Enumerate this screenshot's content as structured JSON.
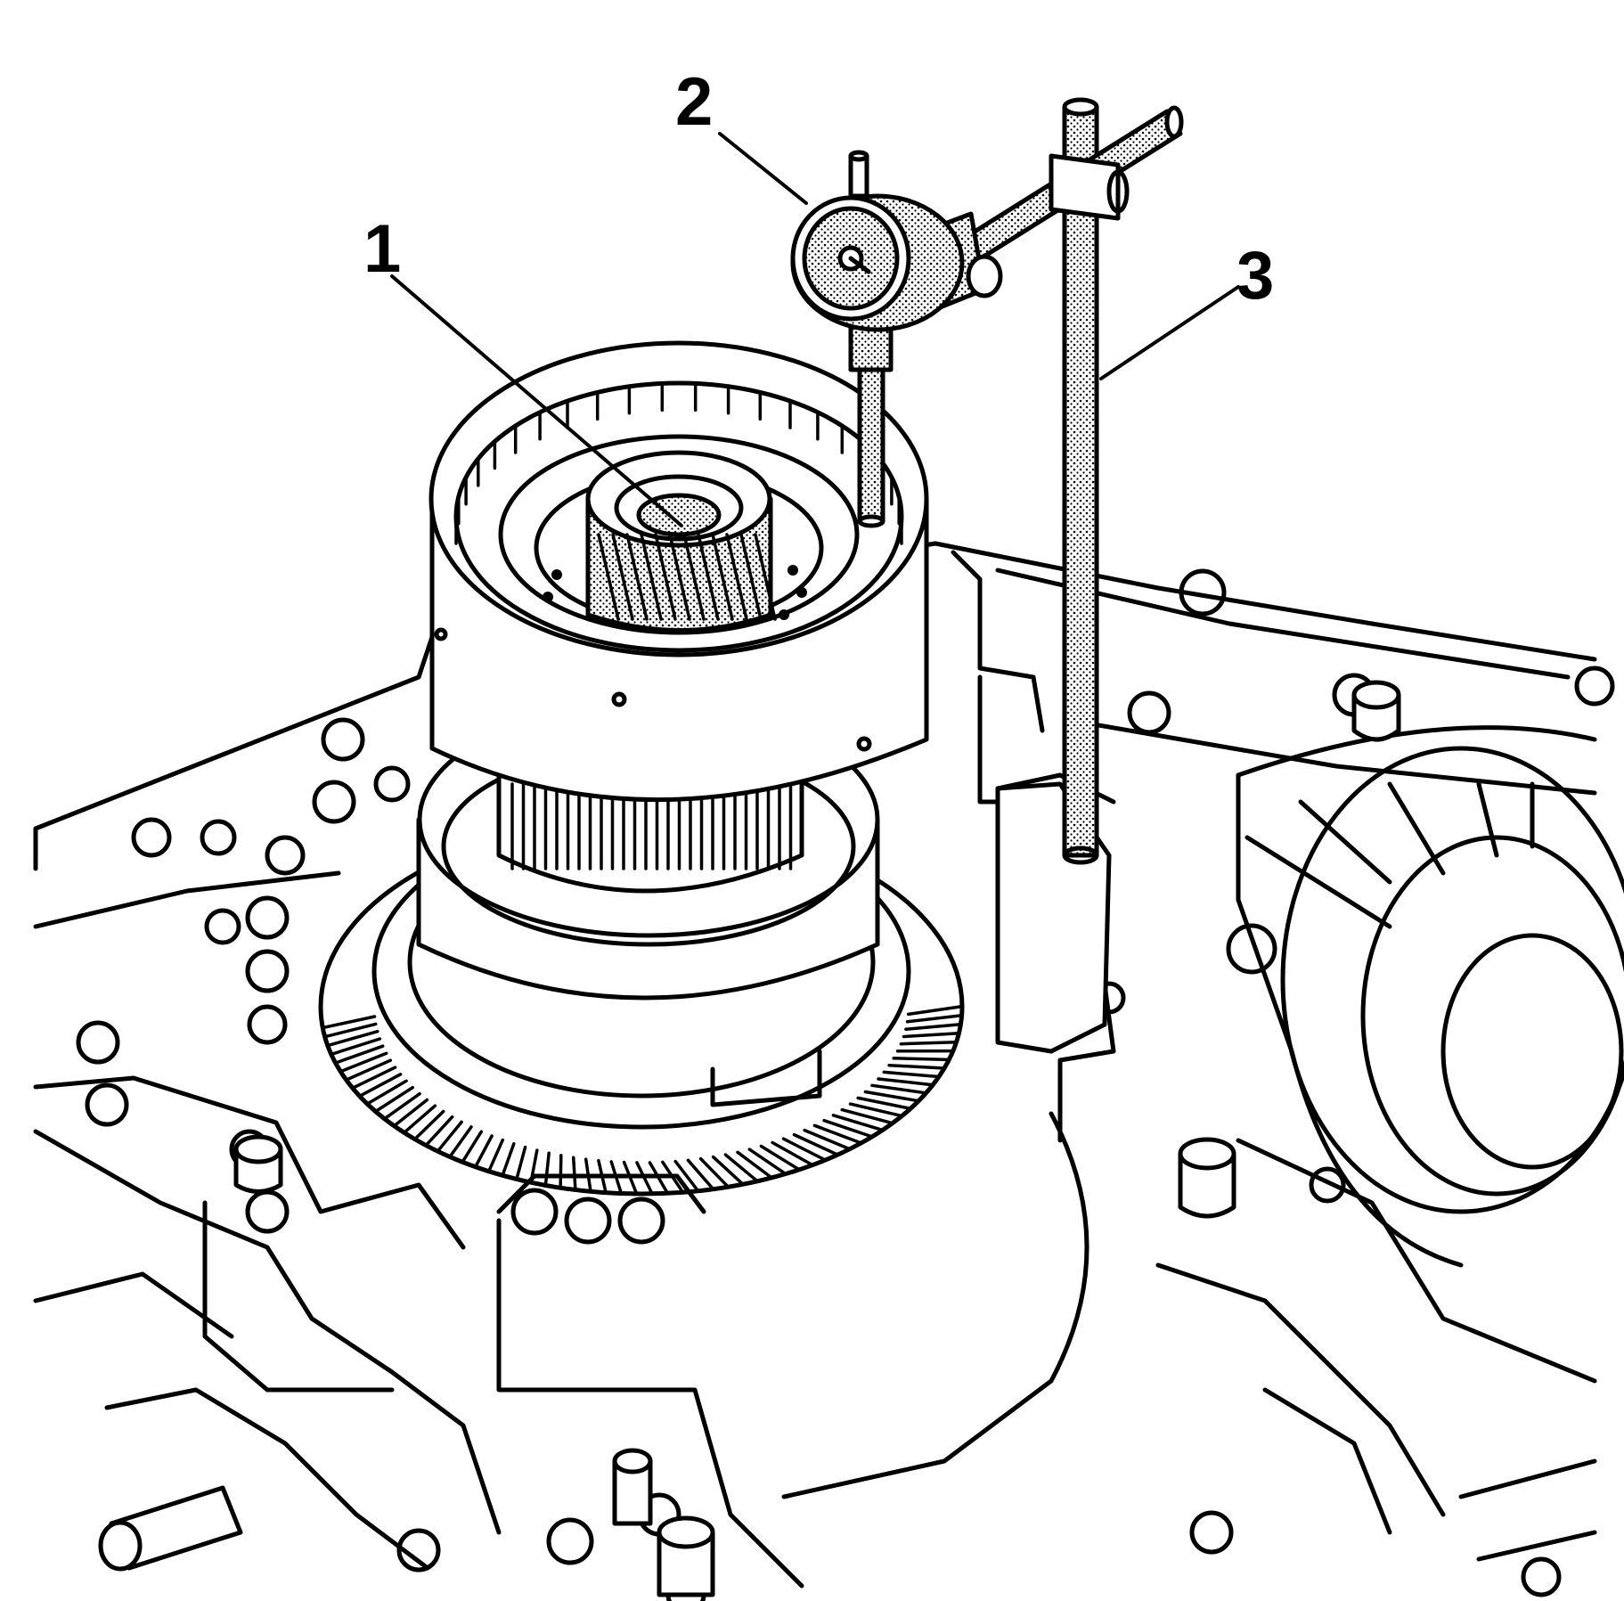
{
  "callouts": [
    {
      "label": "1",
      "part_icon": "gear-shaft-end-icon"
    },
    {
      "label": "2",
      "part_icon": "dial-indicator-icon"
    },
    {
      "label": "3",
      "part_icon": "indicator-stand-rod-icon"
    }
  ],
  "colors": {
    "line": "#000000",
    "background": "#ffffff"
  }
}
